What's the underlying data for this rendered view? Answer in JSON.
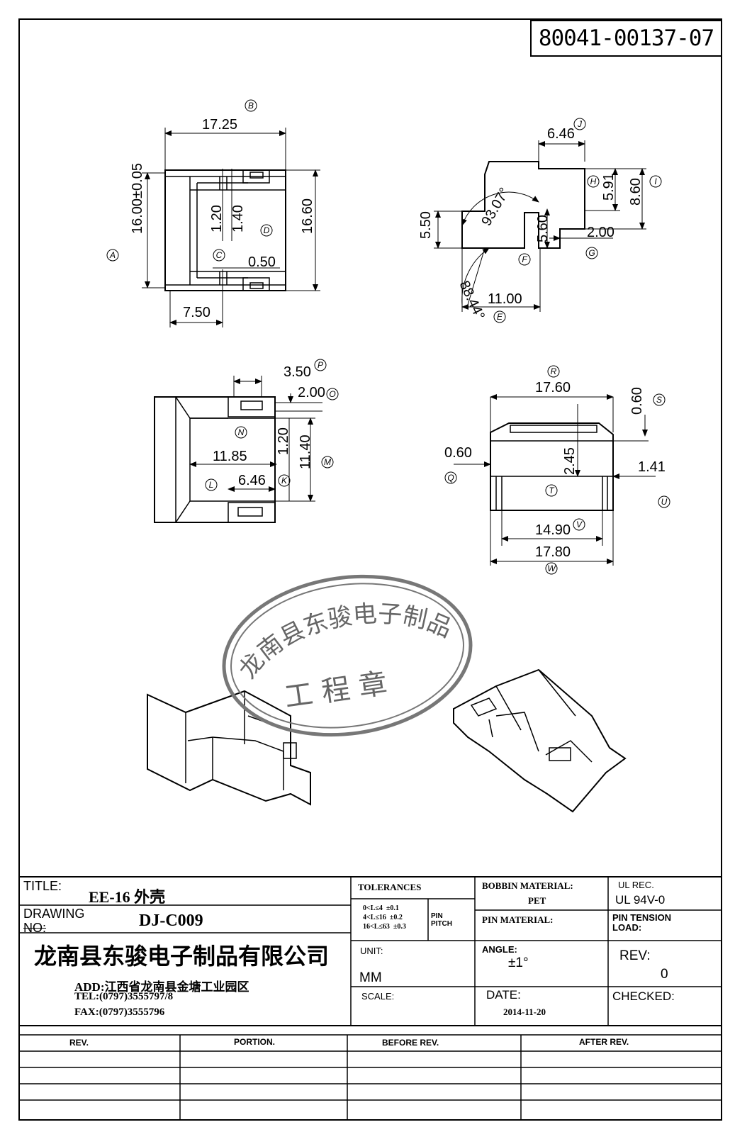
{
  "document_number": "80041-00137-07",
  "views": {
    "top_view": {
      "dims": [
        "17.25",
        "16.00±0.05",
        "16.60",
        "1.20",
        "1.40",
        "0.50",
        "7.50"
      ],
      "refs": [
        "B",
        "A",
        "D",
        "C"
      ]
    },
    "side_view": {
      "dims": [
        "6.46",
        "5.91",
        "8.60",
        "5.50",
        "93.07°",
        "5.60",
        "2.00",
        "88.44°",
        "11.00"
      ],
      "refs": [
        "J",
        "H",
        "I",
        "F",
        "G",
        "E"
      ]
    },
    "bottom_view": {
      "dims": [
        "3.50",
        "2.00",
        "11.85",
        "1.20",
        "11.40",
        "6.46"
      ],
      "refs": [
        "P",
        "O",
        "N",
        "M",
        "L",
        "K"
      ]
    },
    "front_view": {
      "dims": [
        "17.60",
        "0.60",
        "0.60",
        "1.41",
        "2.45",
        "14.90",
        "17.80"
      ],
      "refs": [
        "R",
        "S",
        "Q",
        "T",
        "U",
        "V",
        "W"
      ]
    }
  },
  "stamp": {
    "ring_text": "龙南县东骏电子制品有限公司",
    "center_text": "工 程 章"
  },
  "title_block": {
    "title_label": "TITLE:",
    "title_value": "EE-16 外壳",
    "drawing_no_label_1": "DRAWING",
    "drawing_no_label_2": "NO:",
    "drawing_no_value": "DJ-C009",
    "company": "龙南县东骏电子制品有限公司",
    "address": "ADD:江西省龙南县金塘工业园区",
    "tel": "TEL:(0797)3555797/8",
    "fax": "FAX:(0797)3555796",
    "tolerances_label": "TOLERANCES",
    "tolerance_rows": [
      {
        "range": "0<L≤4",
        "value": "±0.1"
      },
      {
        "range": "4<L≤16",
        "value": "±0.2"
      },
      {
        "range": "16<L≤63",
        "value": "±0.3"
      }
    ],
    "pin_pitch_label_1": "PIN",
    "pin_pitch_label_2": "PITCH",
    "unit_label": "UNIT:",
    "unit_value": "MM",
    "scale_label": "SCALE:",
    "bobbin_material_label": "BOBBIN MATERIAL:",
    "bobbin_material_value": "PET",
    "pin_material_label": "PIN MATERIAL:",
    "angle_label": "ANGLE:",
    "angle_value": "±1°",
    "date_label": "DATE:",
    "date_value": "2014-11-20",
    "ul_label": "UL REC.",
    "ul_value": "UL 94V-0",
    "pin_tension_label_1": "PIN TENSION",
    "pin_tension_label_2": "LOAD:",
    "rev_label": "REV:",
    "rev_value": "0",
    "checked_label": "CHECKED:"
  },
  "revision_table": {
    "headers": [
      "REV.",
      "PORTION.",
      "BEFORE REV.",
      "AFTER REV."
    ]
  }
}
